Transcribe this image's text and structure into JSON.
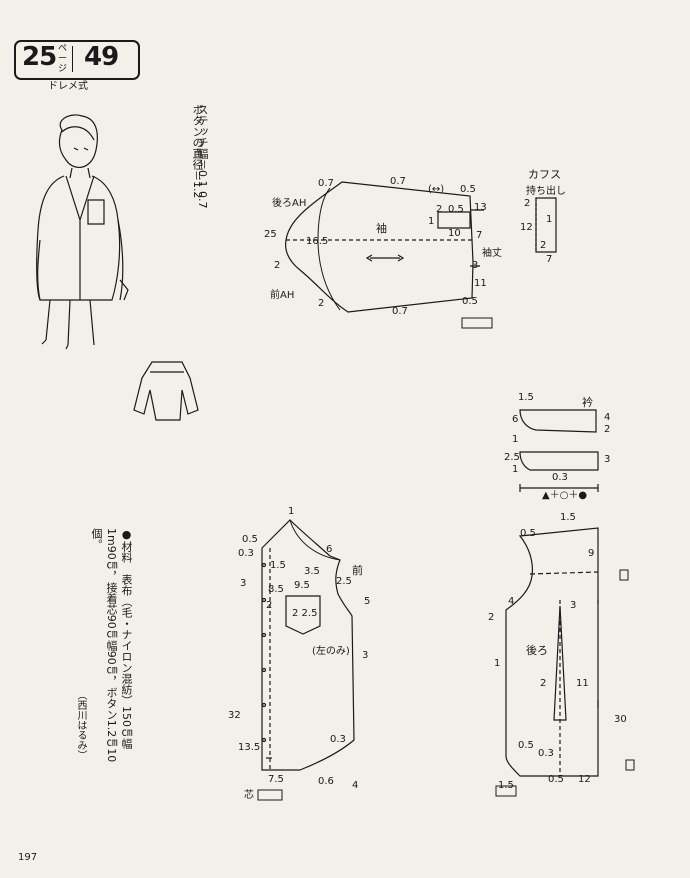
{
  "header": {
    "left_number": "25",
    "page_label": "ページ",
    "right_number": "49",
    "subtitle": "ドレメ式"
  },
  "notes": {
    "button_diameter": "ボタンの直径＝1.2",
    "stitch_width": "ステッチ幅＝0.1 0.7",
    "materials": "●材料　表布（毛・ナイロン混紡）150㎝幅1m90㎝，接着芯90㎝幅90㎝，ボタン1.2㎝10個。",
    "credit": "（西川はるみ）"
  },
  "sleeve": {
    "title": "袖",
    "back_ah": "後ろAH",
    "front_ah": "前AH",
    "placket": "袖丈",
    "m_07a": "0.7",
    "m_07b": "0.7",
    "m_07c": "0.7",
    "m_arrows": "(↔)",
    "m_05a": "0.5",
    "m_13": "13",
    "m_2": "2",
    "m_05b": "0.5",
    "m_1": "1",
    "m_10": "10",
    "m_7": "7",
    "m_25": "25",
    "m_165": "16.5",
    "m_2b": "2",
    "m_2c": "2",
    "m_3": "3",
    "m_11": "11",
    "m_05c": "0.5"
  },
  "cuff": {
    "title": "カフス",
    "note": "持ち出し",
    "m_2": "2",
    "m_12": "12",
    "m_1": "1",
    "m_2b": "2",
    "m_7": "7"
  },
  "collar": {
    "title": "衿",
    "m_15": "1.5",
    "m_6": "6",
    "m_4": "4",
    "m_2": "2",
    "m_1": "1",
    "m_25": "2.5",
    "m_1b": "1",
    "m_3": "3",
    "m_03": "0.3",
    "formula": "▲＋○＋●"
  },
  "front": {
    "title": "前",
    "pocket": "(左のみ)",
    "m_1": "1",
    "m_05": "0.5",
    "m_03": "0.3",
    "m_6": "6",
    "m_3": "3",
    "m_15": "1.5",
    "m_35": "3.5",
    "m_25": "2.5",
    "m_85": "8.5",
    "m_95": "9.5",
    "m_5": "5",
    "m_2": "2",
    "m_2_25": "2 2.5",
    "m_3b": "3",
    "m_32": "32",
    "m_135": "13.5",
    "m_03b": "0.3",
    "m_75": "7.5",
    "m_06": "0.6",
    "m_4": "4",
    "fold": "芯"
  },
  "back": {
    "title": "後ろ",
    "m_15": "1.5",
    "m_05": "0.5",
    "m_9": "9",
    "m_4": "4",
    "m_3": "3",
    "m_2": "2",
    "m_1": "1",
    "m_2b": "2",
    "m_11": "11",
    "m_30": "30",
    "m_05b": "0.5",
    "m_03": "0.3",
    "m_15b": "1.5",
    "m_05c": "0.5",
    "m_12": "12"
  },
  "page_number": "197"
}
